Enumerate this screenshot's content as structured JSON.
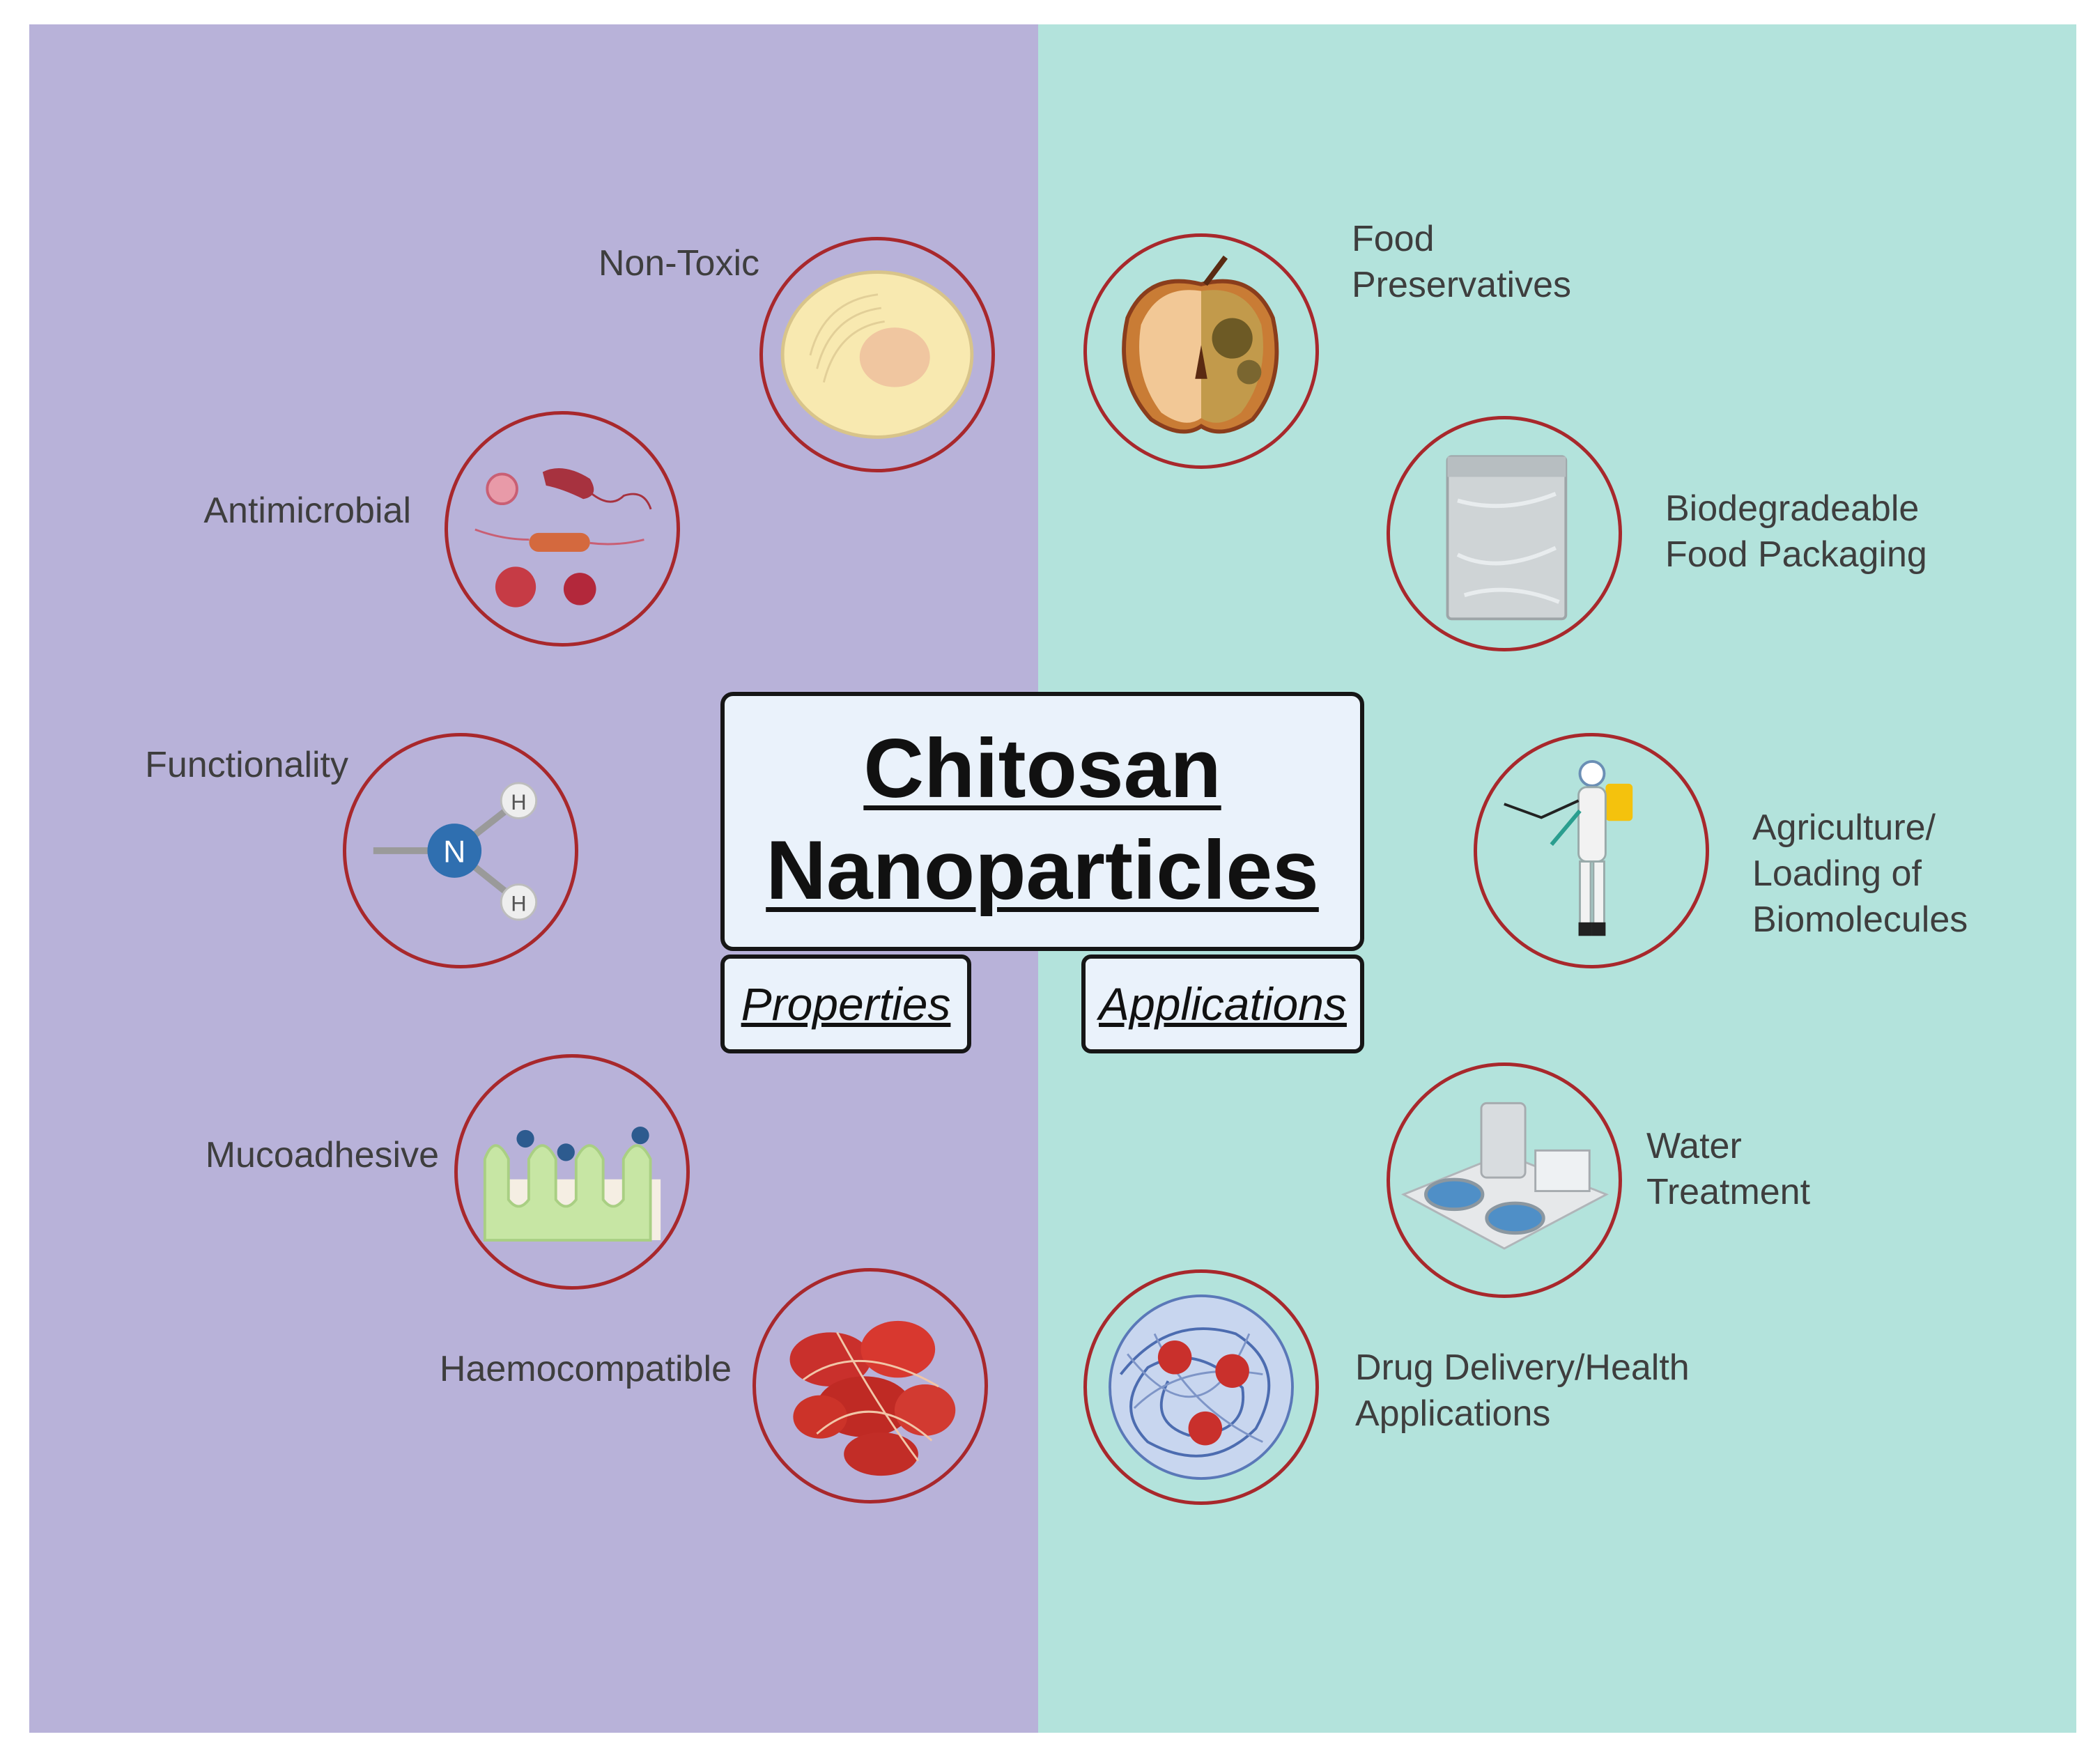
{
  "colors": {
    "left_panel": "#b8b2d9",
    "right_panel": "#b3e3dc",
    "circle_border": "#a8282c",
    "title_box_fill": "#eaf2fb",
    "text": "#3e3e3e"
  },
  "title": {
    "line1": "Chitosan",
    "line2": "Nanoparticles"
  },
  "tabs": {
    "properties": "Properties",
    "applications": "Applications"
  },
  "properties": [
    {
      "label": "Non-Toxic",
      "icon": "cell-icon"
    },
    {
      "label": "Antimicrobial",
      "icon": "microbes-icon"
    },
    {
      "label": "Functionality",
      "icon": "amine-group-icon"
    },
    {
      "label": "Mucoadhesive",
      "icon": "mucosa-icon"
    },
    {
      "label": "Haemocompatible",
      "icon": "red-blood-cells-icon"
    }
  ],
  "applications": [
    {
      "label": "Food\nPreservatives",
      "icon": "rotting-apple-icon"
    },
    {
      "label": "Biodegradeable\nFood Packaging",
      "icon": "plastic-bag-icon"
    },
    {
      "label": "Agriculture/\nLoading of\nBiomolecules",
      "icon": "sprayer-person-icon"
    },
    {
      "label": "Water\nTreatment",
      "icon": "water-plant-icon"
    },
    {
      "label": "Drug Delivery/Health\nApplications",
      "icon": "nanoparticle-drug-icon"
    }
  ],
  "amine_atoms": {
    "n": "N",
    "h1": "H",
    "h2": "H"
  }
}
